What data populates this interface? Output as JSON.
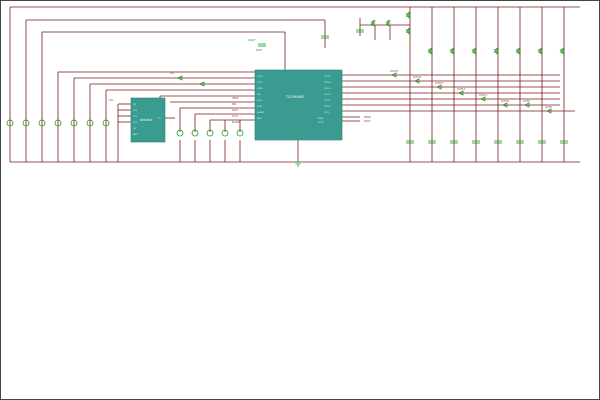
{
  "main_ic": {
    "name": "TLC5940NT",
    "left_pins": [
      "OUT0",
      "OUT1",
      "VPRG",
      "SIN",
      "SCLK",
      "XLAT",
      "BLANK",
      "GND"
    ],
    "right_pins": [
      "OUT15",
      "OUT14",
      "OUT13",
      "OUT12",
      "OUT11",
      "OUT10",
      "OUT9",
      "XERR",
      "SOUT"
    ]
  },
  "secondary_ic": {
    "name": "Arduino",
    "pins": [
      "D9",
      "D10",
      "D11",
      "D13",
      "D3",
      "GND",
      "5V"
    ]
  },
  "labels": {
    "lcd_pwr": "+5V",
    "sig_a": "VPRG",
    "sig_b": "SIN",
    "sig_c": "SCLK",
    "sig_d": "XLAT",
    "sig_e": "BLANK",
    "out_a": "XERR",
    "out_b": "SOUT",
    "cap1": "100nF",
    "cap2": "10uF",
    "r_led": "2k2",
    "pwm1": "OUT15",
    "pwm2": "OUT14",
    "pwm3": "OUT13",
    "pwm4": "OUT12",
    "pwm5": "OUT11",
    "pwm6": "OUT10",
    "pwm7": "OUT9",
    "pwm8": "OUT8"
  }
}
